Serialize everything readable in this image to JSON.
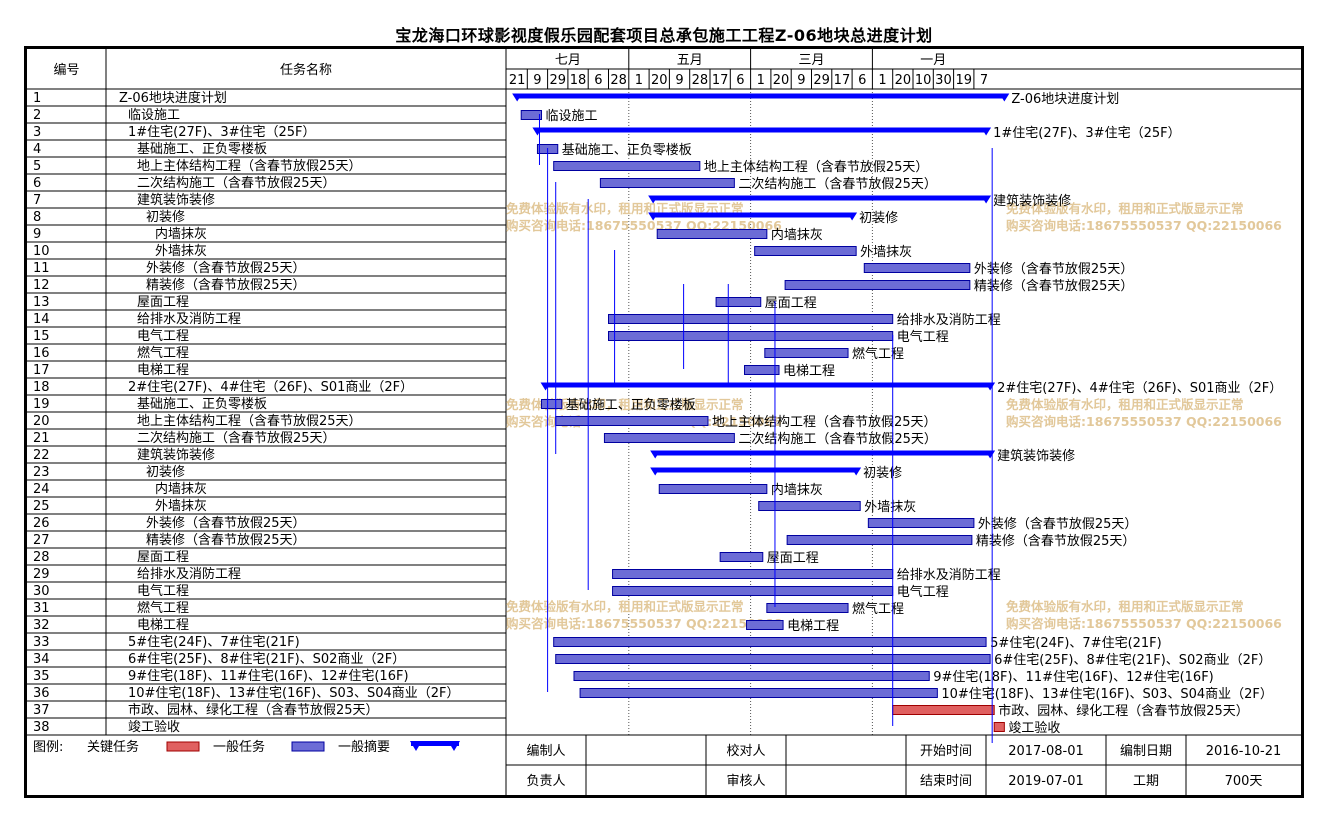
{
  "title": "宝龙海口环球影视度假乐园配套项目总承包施工工程Z-06地块总进度计划",
  "header": {
    "col_id": "编号",
    "col_name": "任务名称"
  },
  "timeline": {
    "quarters": [
      "七月",
      "五月",
      "三月",
      "一月"
    ],
    "ticks": [
      "21",
      "9",
      "29",
      "18",
      "6",
      "28",
      "1",
      "20",
      "9",
      "28",
      "17",
      "6",
      "1",
      "20",
      "9",
      "29",
      "17",
      "6",
      "1",
      "20",
      "10",
      "30",
      "19",
      "7"
    ]
  },
  "tasks": [
    {
      "id": "1",
      "name": "Z-06地块进度计划",
      "indent": 1,
      "type": "summary",
      "start": 0.5,
      "end": 24.5,
      "label": "Z-06地块进度计划"
    },
    {
      "id": "2",
      "name": "临设施工",
      "indent": 2,
      "type": "normal",
      "start": 0.7,
      "end": 1.7,
      "label": "临设施工"
    },
    {
      "id": "3",
      "name": "1#住宅(27F)、3#住宅（25F）",
      "indent": 2,
      "type": "summary",
      "start": 1.5,
      "end": 23.6,
      "label": "1#住宅(27F)、3#住宅（25F）"
    },
    {
      "id": "4",
      "name": "基础施工、正负零楼板",
      "indent": 3,
      "type": "normal",
      "start": 1.5,
      "end": 2.5,
      "label": "基础施工、正负零楼板"
    },
    {
      "id": "5",
      "name": "地上主体结构工程（含春节放假25天）",
      "indent": 3,
      "type": "normal",
      "start": 2.3,
      "end": 9.5,
      "label": "地上主体结构工程（含春节放假25天）"
    },
    {
      "id": "6",
      "name": "二次结构施工（含春节放假25天）",
      "indent": 3,
      "type": "normal",
      "start": 4.6,
      "end": 11.2,
      "label": "二次结构施工（含春节放假25天）"
    },
    {
      "id": "7",
      "name": "建筑装饰装修",
      "indent": 3,
      "type": "summary",
      "start": 7.2,
      "end": 23.6,
      "label": "建筑装饰装修"
    },
    {
      "id": "8",
      "name": "初装修",
      "indent": 4,
      "type": "summary",
      "start": 7.2,
      "end": 17.0,
      "label": "初装修"
    },
    {
      "id": "9",
      "name": "内墙抹灰",
      "indent": 5,
      "type": "normal",
      "start": 7.4,
      "end": 12.8,
      "label": "内墙抹灰"
    },
    {
      "id": "10",
      "name": "外墙抹灰",
      "indent": 5,
      "type": "normal",
      "start": 12.2,
      "end": 17.2,
      "label": "外墙抹灰"
    },
    {
      "id": "11",
      "name": "外装修（含春节放假25天）",
      "indent": 4,
      "type": "normal",
      "start": 17.6,
      "end": 22.8,
      "label": "外装修（含春节放假25天）"
    },
    {
      "id": "12",
      "name": "精装修（含春节放假25天）",
      "indent": 4,
      "type": "normal",
      "start": 13.7,
      "end": 22.8,
      "label": "精装修（含春节放假25天）"
    },
    {
      "id": "13",
      "name": "屋面工程",
      "indent": 3,
      "type": "normal",
      "start": 10.3,
      "end": 12.5,
      "label": "屋面工程"
    },
    {
      "id": "14",
      "name": "给排水及消防工程",
      "indent": 3,
      "type": "normal",
      "start": 5.0,
      "end": 19.0,
      "label": "给排水及消防工程"
    },
    {
      "id": "15",
      "name": "电气工程",
      "indent": 3,
      "type": "normal",
      "start": 5.0,
      "end": 19.0,
      "label": "电气工程"
    },
    {
      "id": "16",
      "name": "燃气工程",
      "indent": 3,
      "type": "normal",
      "start": 12.7,
      "end": 16.8,
      "label": "燃气工程"
    },
    {
      "id": "17",
      "name": "电梯工程",
      "indent": 3,
      "type": "normal",
      "start": 11.7,
      "end": 13.4,
      "label": "电梯工程"
    },
    {
      "id": "18",
      "name": "2#住宅(27F)、4#住宅（26F)、S01商业（2F）",
      "indent": 2,
      "type": "summary",
      "start": 1.9,
      "end": 23.8,
      "label": "2#住宅(27F)、4#住宅（26F)、S01商业（2F）"
    },
    {
      "id": "19",
      "name": "基础施工、正负零楼板",
      "indent": 3,
      "type": "normal",
      "start": 1.7,
      "end": 2.7,
      "label": "基础施工、正负零楼板"
    },
    {
      "id": "20",
      "name": "地上主体结构工程（含春节放假25天）",
      "indent": 3,
      "type": "normal",
      "start": 2.4,
      "end": 9.9,
      "label": "地上主体结构工程（含春节放假25天）"
    },
    {
      "id": "21",
      "name": "二次结构施工（含春节放假25天）",
      "indent": 3,
      "type": "normal",
      "start": 4.8,
      "end": 11.2,
      "label": "二次结构施工（含春节放假25天）"
    },
    {
      "id": "22",
      "name": "建筑装饰装修",
      "indent": 3,
      "type": "summary",
      "start": 7.3,
      "end": 23.8,
      "label": "建筑装饰装修"
    },
    {
      "id": "23",
      "name": "初装修",
      "indent": 4,
      "type": "summary",
      "start": 7.3,
      "end": 17.2,
      "label": "初装修"
    },
    {
      "id": "24",
      "name": "内墙抹灰",
      "indent": 5,
      "type": "normal",
      "start": 7.5,
      "end": 12.8,
      "label": "内墙抹灰"
    },
    {
      "id": "25",
      "name": "外墙抹灰",
      "indent": 5,
      "type": "normal",
      "start": 12.4,
      "end": 17.4,
      "label": "外墙抹灰"
    },
    {
      "id": "26",
      "name": "外装修（含春节放假25天）",
      "indent": 4,
      "type": "normal",
      "start": 17.8,
      "end": 23.0,
      "label": "外装修（含春节放假25天）"
    },
    {
      "id": "27",
      "name": "精装修（含春节放假25天）",
      "indent": 4,
      "type": "normal",
      "start": 13.8,
      "end": 22.9,
      "label": "精装修（含春节放假25天）"
    },
    {
      "id": "28",
      "name": "屋面工程",
      "indent": 3,
      "type": "normal",
      "start": 10.5,
      "end": 12.6,
      "label": "屋面工程"
    },
    {
      "id": "29",
      "name": "给排水及消防工程",
      "indent": 3,
      "type": "normal",
      "start": 5.2,
      "end": 19.0,
      "label": "给排水及消防工程"
    },
    {
      "id": "30",
      "name": "电气工程",
      "indent": 3,
      "type": "normal",
      "start": 5.2,
      "end": 19.0,
      "label": "电气工程"
    },
    {
      "id": "31",
      "name": "燃气工程",
      "indent": 3,
      "type": "normal",
      "start": 12.8,
      "end": 16.8,
      "label": "燃气工程"
    },
    {
      "id": "32",
      "name": "电梯工程",
      "indent": 3,
      "type": "normal",
      "start": 11.8,
      "end": 13.6,
      "label": "电梯工程"
    },
    {
      "id": "33",
      "name": "5#住宅(24F)、7#住宅(21F)",
      "indent": 2,
      "type": "normal",
      "start": 2.3,
      "end": 23.6,
      "label": "5#住宅(24F)、7#住宅(21F)"
    },
    {
      "id": "34",
      "name": "6#住宅(25F)、8#住宅(21F)、S02商业（2F）",
      "indent": 2,
      "type": "normal",
      "start": 2.4,
      "end": 23.8,
      "label": "6#住宅(25F)、8#住宅(21F)、S02商业（2F）"
    },
    {
      "id": "35",
      "name": "9#住宅(18F)、11#住宅(16F)、12#住宅(16F)",
      "indent": 2,
      "type": "normal",
      "start": 3.3,
      "end": 20.8,
      "label": "9#住宅(18F)、11#住宅(16F)、12#住宅(16F)"
    },
    {
      "id": "36",
      "name": "10#住宅(18F)、13#住宅(16F)、S03、S04商业（2F）",
      "indent": 2,
      "type": "normal",
      "start": 3.6,
      "end": 21.2,
      "label": "10#住宅(18F)、13#住宅(16F)、S03、S04商业（2F）"
    },
    {
      "id": "37",
      "name": "市政、园林、绿化工程（含春节放假25天）",
      "indent": 2,
      "type": "critical",
      "start": 19.0,
      "end": 24.0,
      "label": "市政、园林、绿化工程（含春节放假25天）"
    },
    {
      "id": "38",
      "name": "竣工验收",
      "indent": 2,
      "type": "critical",
      "start": 24.0,
      "end": 24.5,
      "label": "竣工验收"
    }
  ],
  "legend": {
    "label": "图例:",
    "critical": "关键任务",
    "normal": "一般任务",
    "summary": "一般摘要"
  },
  "footer": {
    "row1": [
      "编制人",
      "",
      "校对人",
      "",
      "开始时间",
      "2017-08-01",
      "编制日期",
      "2016-10-21"
    ],
    "row2": [
      "负责人",
      "",
      "审核人",
      "",
      "结束时间",
      "2019-07-01",
      "工期",
      "700天"
    ]
  },
  "watermark": {
    "line1": "免费体验版有水印，租用和正式版显示正常",
    "line2": "购买咨询电话:18675550537 QQ:22150066"
  },
  "colors": {
    "summary": "#0000ff",
    "normal_fill": "#6c6cd6",
    "normal_border": "#0000a0",
    "critical_fill": "#e06060",
    "critical_border": "#a00000",
    "grid": "#000000"
  }
}
